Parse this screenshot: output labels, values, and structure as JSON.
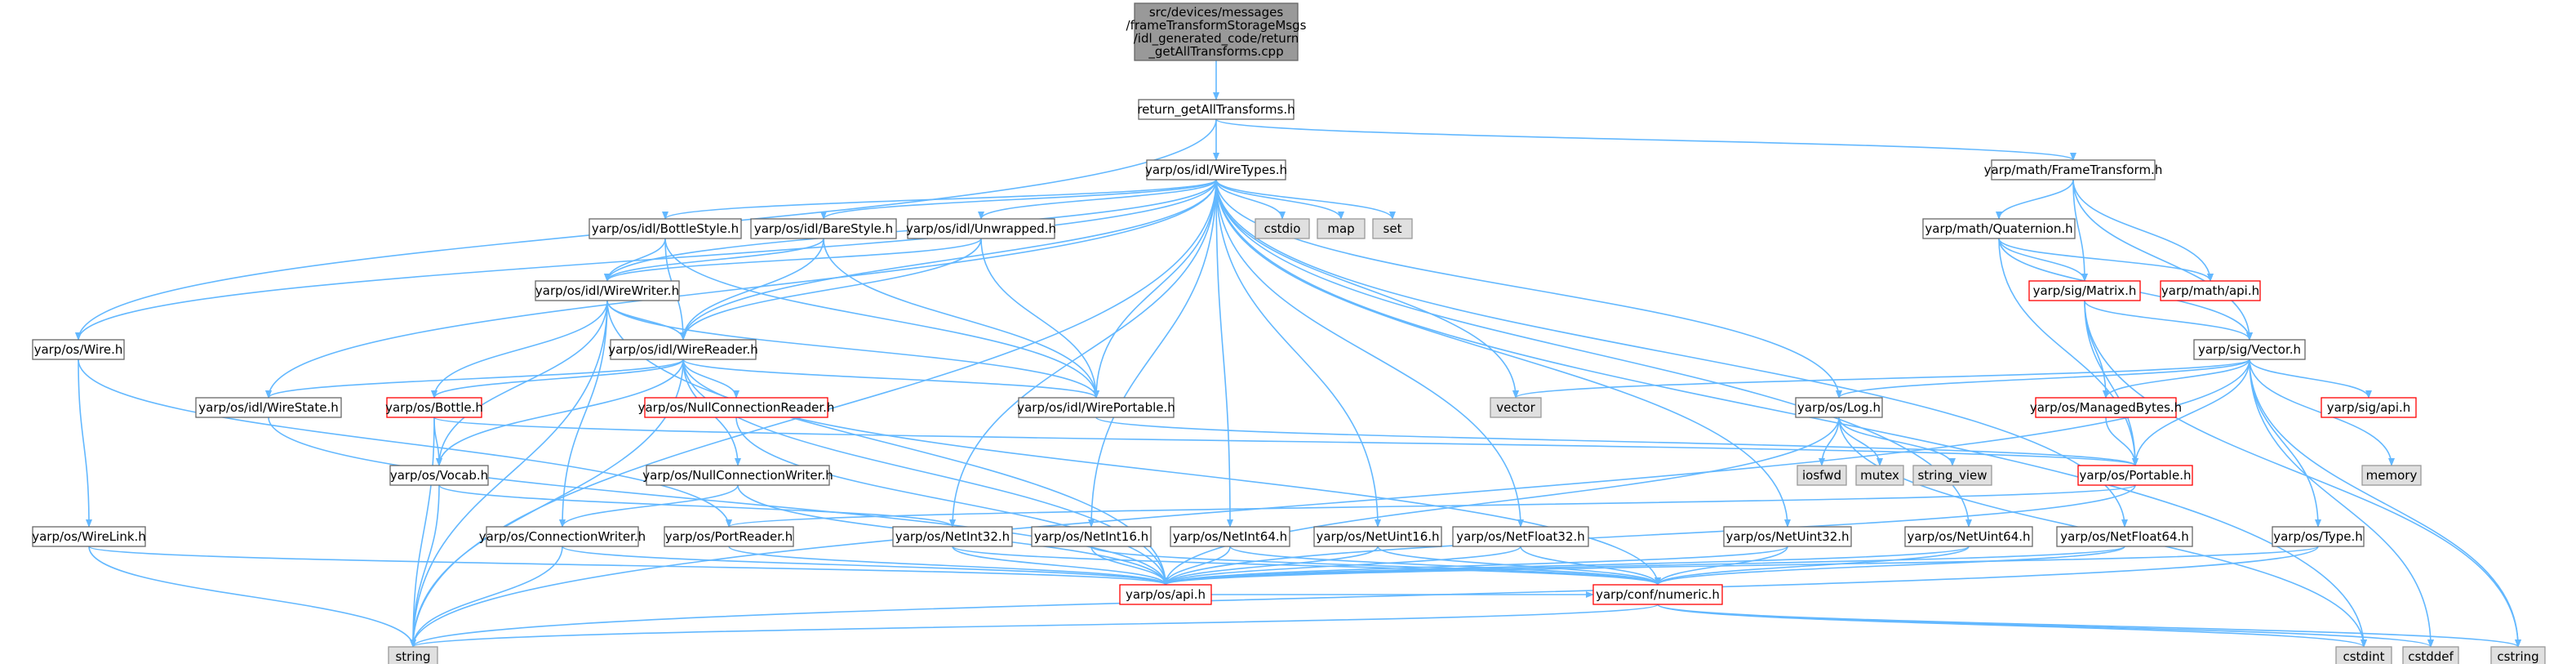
{
  "colors": {
    "edge": "#63b8ff",
    "root_fill": "#999999",
    "root_border": "#666666",
    "normal_fill": "#ffffff",
    "normal_border": "#666666",
    "highlight_border": "#ff0000",
    "system_fill": "#e0e0e0",
    "system_border": "#999999"
  },
  "nodes": [
    {
      "id": "root",
      "lines": [
        "src/devices/messages",
        "/frameTransformStorageMsgs",
        "/idl_generated_code/return",
        "_getAllTransforms.cpp"
      ],
      "style": "root"
    },
    {
      "id": "ret",
      "label": "return_getAllTransforms.h",
      "style": "normal"
    },
    {
      "id": "wt",
      "label": "yarp/os/idl/WireTypes.h",
      "style": "normal"
    },
    {
      "id": "ft",
      "label": "yarp/math/FrameTransform.h",
      "style": "normal"
    },
    {
      "id": "bottlestyle",
      "label": "yarp/os/idl/BottleStyle.h",
      "style": "normal"
    },
    {
      "id": "barestyle",
      "label": "yarp/os/idl/BareStyle.h",
      "style": "normal"
    },
    {
      "id": "unwrapped",
      "label": "yarp/os/idl/Unwrapped.h",
      "style": "normal"
    },
    {
      "id": "cstdio",
      "label": "cstdio",
      "style": "system"
    },
    {
      "id": "map",
      "label": "map",
      "style": "system"
    },
    {
      "id": "set",
      "label": "set",
      "style": "system"
    },
    {
      "id": "quat",
      "label": "yarp/math/Quaternion.h",
      "style": "normal"
    },
    {
      "id": "wwriter",
      "label": "yarp/os/idl/WireWriter.h",
      "style": "normal"
    },
    {
      "id": "matrix",
      "label": "yarp/sig/Matrix.h",
      "style": "highlight"
    },
    {
      "id": "mathapi",
      "label": "yarp/math/api.h",
      "style": "highlight"
    },
    {
      "id": "wire",
      "label": "yarp/os/Wire.h",
      "style": "normal"
    },
    {
      "id": "wreader",
      "label": "yarp/os/idl/WireReader.h",
      "style": "normal"
    },
    {
      "id": "vector",
      "label": "yarp/sig/Vector.h",
      "style": "normal"
    },
    {
      "id": "wstate",
      "label": "yarp/os/idl/WireState.h",
      "style": "normal"
    },
    {
      "id": "bottle",
      "label": "yarp/os/Bottle.h",
      "style": "highlight"
    },
    {
      "id": "ncreader",
      "label": "yarp/os/NullConnectionReader.h",
      "style": "highlight"
    },
    {
      "id": "wportable",
      "label": "yarp/os/idl/WirePortable.h",
      "style": "normal"
    },
    {
      "id": "stdvector",
      "label": "vector",
      "style": "system"
    },
    {
      "id": "log",
      "label": "yarp/os/Log.h",
      "style": "normal"
    },
    {
      "id": "managed",
      "label": "yarp/os/ManagedBytes.h",
      "style": "highlight"
    },
    {
      "id": "sigapi",
      "label": "yarp/sig/api.h",
      "style": "highlight"
    },
    {
      "id": "vocab",
      "label": "yarp/os/Vocab.h",
      "style": "normal"
    },
    {
      "id": "ncwriter",
      "label": "yarp/os/NullConnectionWriter.h",
      "style": "normal"
    },
    {
      "id": "iosfwd",
      "label": "iosfwd",
      "style": "system"
    },
    {
      "id": "mutex",
      "label": "mutex",
      "style": "system"
    },
    {
      "id": "string_view",
      "label": "string_view",
      "style": "system"
    },
    {
      "id": "portable",
      "label": "yarp/os/Portable.h",
      "style": "highlight"
    },
    {
      "id": "memory",
      "label": "memory",
      "style": "system"
    },
    {
      "id": "wirelink",
      "label": "yarp/os/WireLink.h",
      "style": "normal"
    },
    {
      "id": "connwriter",
      "label": "yarp/os/ConnectionWriter.h",
      "style": "normal"
    },
    {
      "id": "portreader",
      "label": "yarp/os/PortReader.h",
      "style": "normal"
    },
    {
      "id": "netint32",
      "label": "yarp/os/NetInt32.h",
      "style": "normal"
    },
    {
      "id": "netint16",
      "label": "yarp/os/NetInt16.h",
      "style": "normal"
    },
    {
      "id": "netint64",
      "label": "yarp/os/NetInt64.h",
      "style": "normal"
    },
    {
      "id": "netuint16",
      "label": "yarp/os/NetUint16.h",
      "style": "normal"
    },
    {
      "id": "netfloat32",
      "label": "yarp/os/NetFloat32.h",
      "style": "normal"
    },
    {
      "id": "netuint32",
      "label": "yarp/os/NetUint32.h",
      "style": "normal"
    },
    {
      "id": "netuint64",
      "label": "yarp/os/NetUint64.h",
      "style": "normal"
    },
    {
      "id": "netfloat64",
      "label": "yarp/os/NetFloat64.h",
      "style": "normal"
    },
    {
      "id": "type",
      "label": "yarp/os/Type.h",
      "style": "normal"
    },
    {
      "id": "osapi",
      "label": "yarp/os/api.h",
      "style": "highlight"
    },
    {
      "id": "numeric",
      "label": "yarp/conf/numeric.h",
      "style": "highlight"
    },
    {
      "id": "string",
      "label": "string",
      "style": "system"
    },
    {
      "id": "cstdint",
      "label": "cstdint",
      "style": "system"
    },
    {
      "id": "cstddef",
      "label": "cstddef",
      "style": "system"
    },
    {
      "id": "cstring",
      "label": "cstring",
      "style": "system"
    }
  ],
  "edges": [
    [
      "root",
      "ret"
    ],
    [
      "ret",
      "wt"
    ],
    [
      "ret",
      "ft"
    ],
    [
      "ret",
      "wire"
    ],
    [
      "wt",
      "bottlestyle"
    ],
    [
      "wt",
      "barestyle"
    ],
    [
      "wt",
      "unwrapped"
    ],
    [
      "wt",
      "cstdio"
    ],
    [
      "wt",
      "map"
    ],
    [
      "wt",
      "set"
    ],
    [
      "wt",
      "wwriter"
    ],
    [
      "wt",
      "wreader"
    ],
    [
      "wt",
      "wire"
    ],
    [
      "wt",
      "wstate"
    ],
    [
      "wt",
      "wportable"
    ],
    [
      "wt",
      "stdvector"
    ],
    [
      "wt",
      "log"
    ],
    [
      "wt",
      "string"
    ],
    [
      "wt",
      "netint32"
    ],
    [
      "wt",
      "netint16"
    ],
    [
      "wt",
      "netint64"
    ],
    [
      "wt",
      "netuint16"
    ],
    [
      "wt",
      "netfloat32"
    ],
    [
      "wt",
      "netuint32"
    ],
    [
      "wt",
      "netuint64"
    ],
    [
      "wt",
      "netfloat64"
    ],
    [
      "wt",
      "cstdint"
    ],
    [
      "ft",
      "quat"
    ],
    [
      "ft",
      "matrix"
    ],
    [
      "ft",
      "mathapi"
    ],
    [
      "ft",
      "vector"
    ],
    [
      "quat",
      "matrix"
    ],
    [
      "quat",
      "mathapi"
    ],
    [
      "quat",
      "vector"
    ],
    [
      "quat",
      "portable"
    ],
    [
      "bottlestyle",
      "wwriter"
    ],
    [
      "bottlestyle",
      "wreader"
    ],
    [
      "bottlestyle",
      "wportable"
    ],
    [
      "barestyle",
      "wwriter"
    ],
    [
      "barestyle",
      "wreader"
    ],
    [
      "barestyle",
      "wportable"
    ],
    [
      "unwrapped",
      "wreader"
    ],
    [
      "unwrapped",
      "wwriter"
    ],
    [
      "unwrapped",
      "wportable"
    ],
    [
      "wwriter",
      "wreader"
    ],
    [
      "wwriter",
      "wportable"
    ],
    [
      "wwriter",
      "bottle"
    ],
    [
      "wwriter",
      "vocab"
    ],
    [
      "wwriter",
      "connwriter"
    ],
    [
      "wwriter",
      "string"
    ],
    [
      "wwriter",
      "osapi"
    ],
    [
      "wreader",
      "wstate"
    ],
    [
      "wreader",
      "wportable"
    ],
    [
      "wreader",
      "bottle"
    ],
    [
      "wreader",
      "ncreader"
    ],
    [
      "wreader",
      "ncwriter"
    ],
    [
      "wreader",
      "vocab"
    ],
    [
      "wreader",
      "string"
    ],
    [
      "wreader",
      "osapi"
    ],
    [
      "wreader",
      "numeric"
    ],
    [
      "wire",
      "portreader"
    ],
    [
      "wire",
      "wirelink"
    ],
    [
      "wirelink",
      "osapi"
    ],
    [
      "wirelink",
      "string"
    ],
    [
      "wstate",
      "osapi"
    ],
    [
      "bottle",
      "vocab"
    ],
    [
      "bottle",
      "portable"
    ],
    [
      "bottle",
      "string"
    ],
    [
      "ncreader",
      "osapi"
    ],
    [
      "ncwriter",
      "connwriter"
    ],
    [
      "ncwriter",
      "osapi"
    ],
    [
      "vocab",
      "netint32"
    ],
    [
      "vocab",
      "string"
    ],
    [
      "connwriter",
      "osapi"
    ],
    [
      "connwriter",
      "string"
    ],
    [
      "portreader",
      "osapi"
    ],
    [
      "wportable",
      "portable"
    ],
    [
      "matrix",
      "vector"
    ],
    [
      "matrix",
      "managed"
    ],
    [
      "matrix",
      "portable"
    ],
    [
      "matrix",
      "cstring"
    ],
    [
      "vector",
      "stdvector"
    ],
    [
      "vector",
      "log"
    ],
    [
      "vector",
      "managed"
    ],
    [
      "vector",
      "sigapi"
    ],
    [
      "vector",
      "portable"
    ],
    [
      "vector",
      "memory"
    ],
    [
      "vector",
      "type"
    ],
    [
      "vector",
      "cstddef"
    ],
    [
      "vector",
      "cstring"
    ],
    [
      "vector",
      "string"
    ],
    [
      "log",
      "iosfwd"
    ],
    [
      "log",
      "mutex"
    ],
    [
      "log",
      "string_view"
    ],
    [
      "log",
      "osapi"
    ],
    [
      "log",
      "cstdint"
    ],
    [
      "managed",
      "portable"
    ],
    [
      "portable",
      "portreader"
    ],
    [
      "portable",
      "osapi"
    ],
    [
      "netint32",
      "osapi"
    ],
    [
      "netint32",
      "numeric"
    ],
    [
      "netint16",
      "osapi"
    ],
    [
      "netint16",
      "numeric"
    ],
    [
      "netint64",
      "osapi"
    ],
    [
      "netint64",
      "numeric"
    ],
    [
      "netuint16",
      "osapi"
    ],
    [
      "netuint16",
      "numeric"
    ],
    [
      "netfloat32",
      "osapi"
    ],
    [
      "netfloat32",
      "numeric"
    ],
    [
      "netuint32",
      "osapi"
    ],
    [
      "netuint32",
      "numeric"
    ],
    [
      "netuint64",
      "osapi"
    ],
    [
      "netuint64",
      "numeric"
    ],
    [
      "netfloat64",
      "osapi"
    ],
    [
      "netfloat64",
      "numeric"
    ],
    [
      "type",
      "osapi"
    ],
    [
      "type",
      "string"
    ],
    [
      "osapi",
      "numeric"
    ],
    [
      "numeric",
      "string"
    ],
    [
      "numeric",
      "cstdint"
    ],
    [
      "numeric",
      "cstddef"
    ],
    [
      "numeric",
      "cstring"
    ]
  ]
}
